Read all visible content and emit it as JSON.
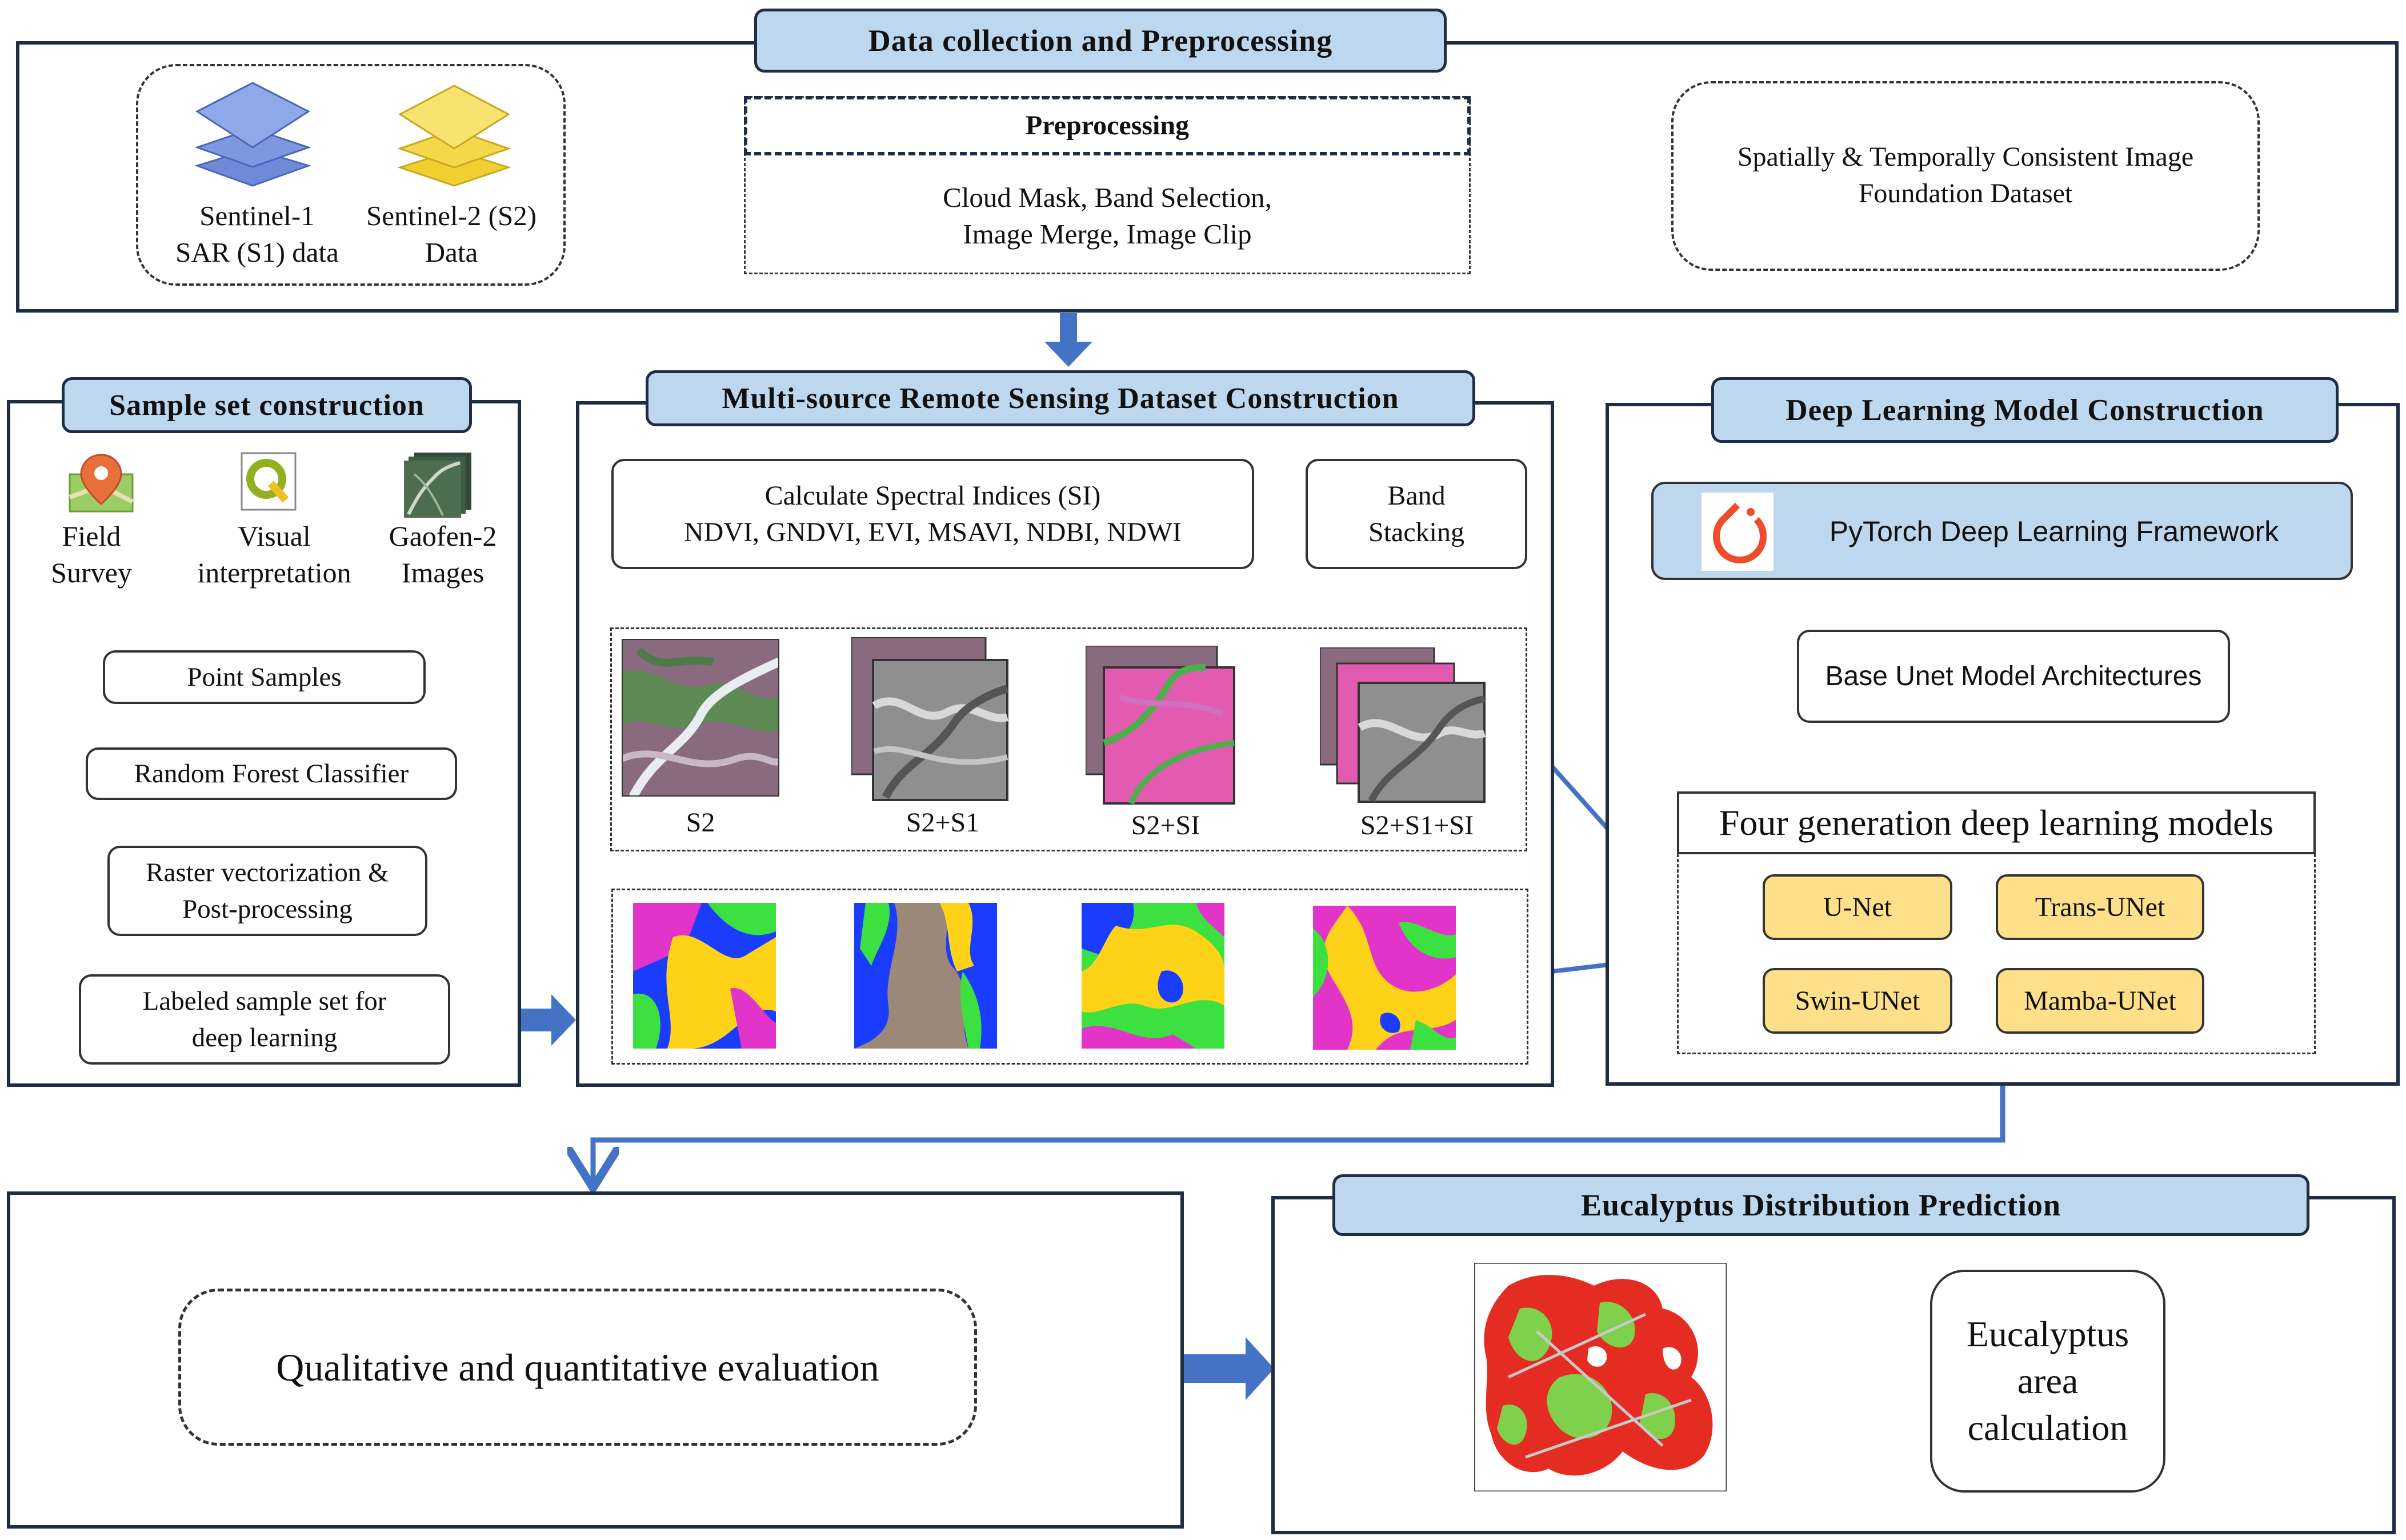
{
  "colors": {
    "header_fill": "#bdd7ee",
    "frame_stroke": "#1f2d44",
    "arrow": "#4472c4",
    "model_fill": "#ffe08a",
    "sentinel1_icon": "#7b96dd",
    "sentinel2_icon": "#f4d646",
    "pytorch": "#ee4c2c"
  },
  "data_collection": {
    "title": "Data collection and Preprocessing",
    "sentinel1": "Sentinel-1\nSAR (S1) data",
    "sentinel2": "Sentinel-2 (S2)\nData",
    "preprocessing_title": "Preprocessing",
    "preprocessing_steps": "Cloud Mask, Band Selection,\nImage Merge, Image Clip",
    "foundation": "Spatially & Temporally Consistent Image\nFoundation Dataset",
    "icons": [
      "sentinel1-layers-icon",
      "sentinel2-layers-icon"
    ]
  },
  "sample_set": {
    "title": "Sample set construction",
    "sources": [
      {
        "label": "Field\nSurvey",
        "icon": "map-pin-icon"
      },
      {
        "label": "Visual\ninterpretation",
        "icon": "qgis-icon"
      },
      {
        "label": "Gaofen-2\nImages",
        "icon": "satellite-image-icon"
      }
    ],
    "steps": [
      "Point Samples",
      "Random Forest Classifier",
      "Raster vectorization &\nPost-processing",
      "Labeled sample set for\ndeep learning"
    ]
  },
  "multisource": {
    "title": "Multi-source Remote Sensing Dataset Construction",
    "spectral": "Calculate Spectral Indices (SI)\nNDVI, GNDVI,  EVI,  MSAVI,  NDBI, NDWI",
    "band_stacking": "Band\nStacking",
    "combinations": [
      "S2",
      "S2+S1",
      "S2+SI",
      "S2+S1+SI"
    ]
  },
  "deep_learning": {
    "title": "Deep Learning Model Construction",
    "framework": "PyTorch Deep Learning Framework",
    "framework_icon": "pytorch-logo-icon",
    "base": "Base Unet Model Architectures",
    "generation_title": "Four generation deep learning models",
    "models": [
      "U-Net",
      "Trans-UNet",
      "Swin-UNet",
      "Mamba-UNet"
    ]
  },
  "evaluation": {
    "text": "Qualitative and quantitative evaluation"
  },
  "prediction": {
    "title": "Eucalyptus Distribution Prediction",
    "area": "Eucalyptus\narea\ncalculation"
  }
}
